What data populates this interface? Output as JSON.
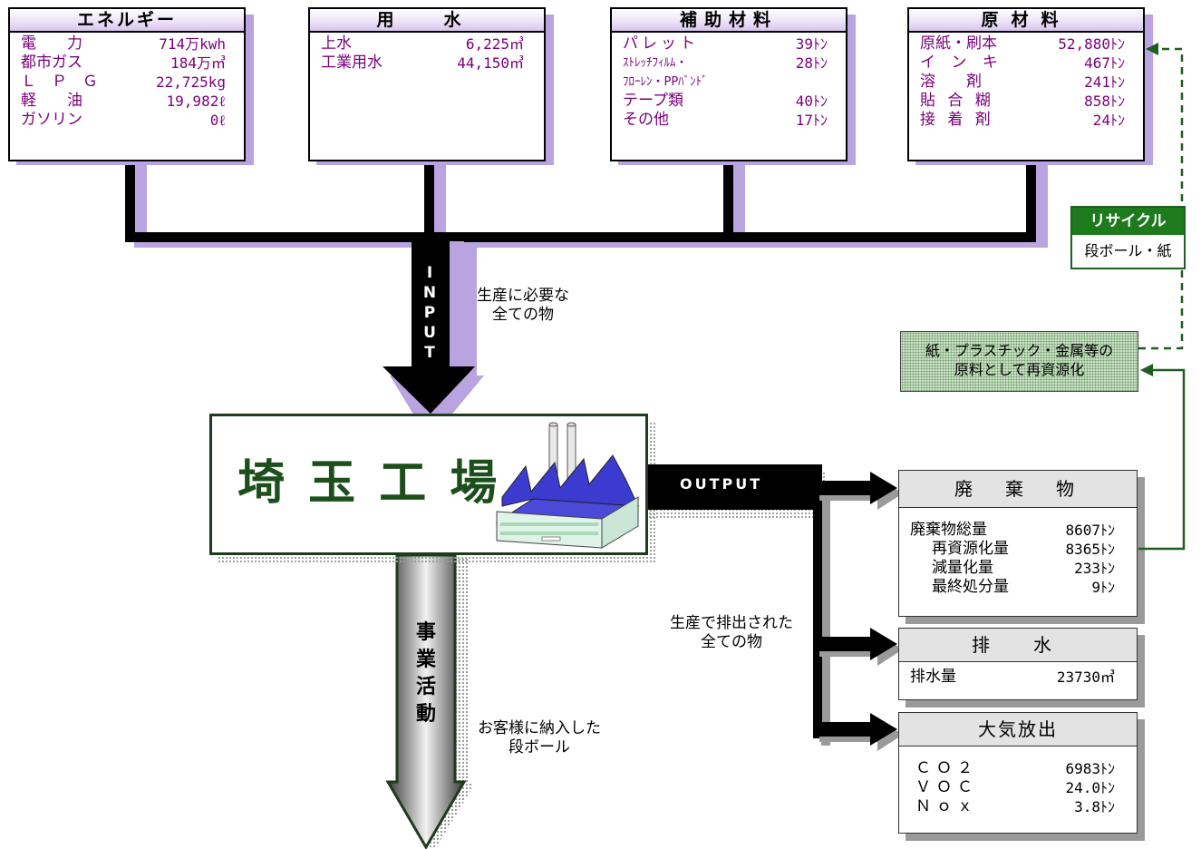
{
  "input_boxes": {
    "energy": {
      "title": "エネルギー",
      "rows": [
        {
          "label": "電　　力",
          "value": "714万kwh"
        },
        {
          "label": "都市ガス",
          "value": "184万㎥"
        },
        {
          "label": "Ｌ　Ｐ　Ｇ",
          "value": "22,725kg"
        },
        {
          "label": "軽　　油",
          "value": "19,982ℓ"
        },
        {
          "label": "ガソリン",
          "value": "0ℓ"
        }
      ]
    },
    "water": {
      "title": "用　水",
      "rows": [
        {
          "label": "上水",
          "value": "6,225㎥"
        },
        {
          "label": "工業用水",
          "value": "44,150㎥"
        }
      ]
    },
    "aux": {
      "title": "補助材料",
      "rows": [
        {
          "label": "パレット",
          "value": "39ﾄﾝ"
        },
        {
          "label": "ｽﾄﾚｯﾁﾌｨﾙﾑ・",
          "value": "28ﾄﾝ"
        },
        {
          "label": "ﾌﾛｰﾚﾝ・PPﾊﾞﾝﾄﾞ",
          "value": ""
        },
        {
          "label": "テープ類",
          "value": "40ﾄﾝ"
        },
        {
          "label": "その他",
          "value": "17ﾄﾝ"
        }
      ]
    },
    "raw": {
      "title": "原材料",
      "rows": [
        {
          "label": "原紙・刷本",
          "value": "52,880ﾄﾝ"
        },
        {
          "label": "イ ン キ",
          "value": "467ﾄﾝ"
        },
        {
          "label": "溶　　剤",
          "value": "241ﾄﾝ"
        },
        {
          "label": "貼 合 糊",
          "value": "858ﾄﾝ"
        },
        {
          "label": "接 着 剤",
          "value": "24ﾄﾝ"
        }
      ]
    }
  },
  "input_arrow": {
    "letters": [
      "I",
      "N",
      "P",
      "U",
      "T"
    ],
    "caption_1": "生産に必要な",
    "caption_2": "全ての物"
  },
  "factory": {
    "name": "埼 玉 工 場"
  },
  "business": {
    "letters": [
      "事",
      "業",
      "活",
      "動"
    ],
    "caption_1": "お客様に納入した",
    "caption_2": "段ボール"
  },
  "output": {
    "label": "OUTPUT",
    "caption_1": "生産で排出された",
    "caption_2": "全ての物"
  },
  "waste": {
    "title": "廃　棄　物",
    "rows": [
      {
        "label": "廃棄物総量",
        "value": "8607ﾄﾝ"
      },
      {
        "label": "再資源化量",
        "value": "8365ﾄﾝ"
      },
      {
        "label": "減量化量",
        "value": "233ﾄﾝ"
      },
      {
        "label": "最終処分量",
        "value": "9ﾄﾝ"
      }
    ]
  },
  "drainage": {
    "title": "排　水",
    "rows": [
      {
        "label": "排水量",
        "value": "23730㎥"
      }
    ]
  },
  "air": {
    "title": "大気放出",
    "rows": [
      {
        "label": "ＣＯ２",
        "value": "6983ﾄﾝ"
      },
      {
        "label": "ＶＯＣ",
        "value": "24.0ﾄﾝ"
      },
      {
        "label": "Ｎｏｘ",
        "value": "3.8ﾄﾝ"
      }
    ]
  },
  "recycle": {
    "title": "リサイクル",
    "body": "段ボール・紙",
    "resource_1": "紙・プラスチック・金属等の",
    "resource_2": "原料として再資源化"
  },
  "colors": {
    "accent_purple": "#7a007a",
    "shadow_purple": "#b9a3e0",
    "green": "#1e5e1e",
    "recycle_header": "#1d7a1d"
  }
}
